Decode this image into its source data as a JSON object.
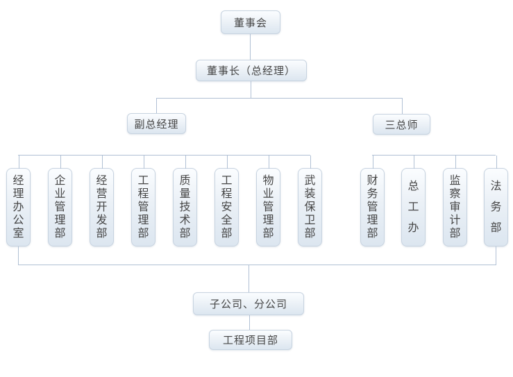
{
  "org_chart": {
    "nodes": {
      "board": "董事会",
      "chairman": "董事长（总经理）",
      "subsidiaries": "子公司、分公司",
      "project_dept": "工程项目部"
    },
    "branches": [
      {
        "label": "副总经理",
        "departments": [
          "经理办公室",
          "企业管理部",
          "经营开发部",
          "工程管理部",
          "质量技术部",
          "工程安全部",
          "物业管理部",
          "武装保卫部"
        ]
      },
      {
        "label": "三总师",
        "departments": [
          "财务管理部",
          "总工办",
          "监察审计部",
          "法务部"
        ]
      }
    ],
    "colors": {
      "box_border": "#c7d3e0",
      "box_fill_top": "#fbfdff",
      "box_fill_bottom": "#dce6f0",
      "connector": "#b0c0d4",
      "text": "#454545"
    }
  }
}
